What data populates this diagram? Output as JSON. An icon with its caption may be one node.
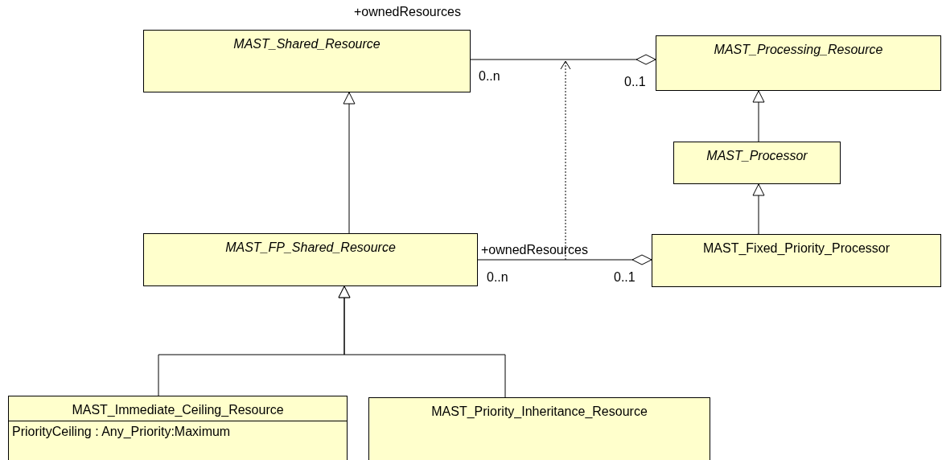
{
  "diagram": {
    "nodes": [
      {
        "text": [
          "MAST_Shared_Resource"
        ]
      },
      {
        "text": [
          "MAST_Processing_Resource"
        ]
      },
      {
        "text": [
          "MAST_Processor"
        ]
      },
      {
        "text": [
          "MAST_FP_Shared_Resource"
        ]
      },
      {
        "text": [
          "MAST_Fixed_Priority_Processor"
        ]
      },
      {
        "text": [
          "MAST_Immediate_Ceiling_Resource",
          "PriorityCeiling : Any_Priority:Maximum"
        ]
      },
      {
        "text": [
          "MAST_Priority_Inheritance_Resource"
        ]
      }
    ],
    "edges": [
      {
        "from": 3,
        "to": 0,
        "arrow": "to"
      },
      {
        "from": 0,
        "to": 1,
        "arrow": "other",
        "label": "+ownedResources"
      },
      {
        "from": 2,
        "to": 1,
        "arrow": "to"
      },
      {
        "from": 4,
        "to": 2,
        "arrow": "to"
      },
      {
        "from": 3,
        "to": 4,
        "arrow": "other",
        "label": "+ownedResources"
      },
      {
        "from": 5,
        "to": 3,
        "arrow": "to"
      },
      {
        "from": 6,
        "to": 3,
        "arrow": "to"
      }
    ],
    "labels": [
      "0..n",
      "0..1",
      "0..n",
      "0..1"
    ]
  }
}
